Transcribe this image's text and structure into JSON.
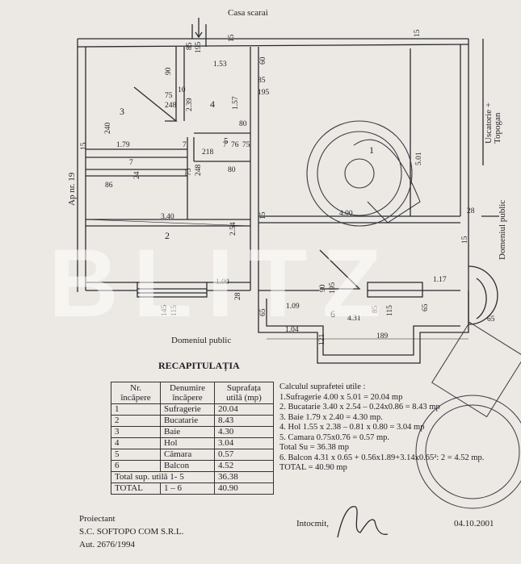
{
  "header": {
    "stair_label": "Casa scarai"
  },
  "side_labels": {
    "left": "Ap nr. 19",
    "right_top": "Uscatorie + Topogan",
    "right_mid": "Domeniul public",
    "bottom": "Domeniul public"
  },
  "rooms": {
    "r1": "1",
    "r2": "2",
    "r3": "3",
    "r4": "4",
    "r5": "5",
    "r6": "6"
  },
  "dims": {
    "d85": "85",
    "d195": "195",
    "d15a": "15",
    "d15b": "15",
    "d153": "1.53",
    "d60": "60",
    "d90": "90",
    "d10": "10",
    "d75": "75",
    "d248": "248",
    "d239": "2.39",
    "d157": "1.57",
    "d85b": "85",
    "d195b": "195",
    "d240": "240",
    "d80": "80",
    "d15c": "15",
    "d179": "1.79",
    "d7a": "7",
    "d7b": "7",
    "d76": "76",
    "d75b": "75",
    "d218": "218",
    "d7c": "7",
    "d24": "24",
    "d86": "86",
    "d75c": "75",
    "d248b": "248",
    "d80b": "80",
    "d501": "5.01",
    "d340": "3.40",
    "d15d": "15",
    "d400": "4.00",
    "d28": "28",
    "d254": "2.54",
    "d100": "1.00",
    "d28b": "28",
    "d90b": "90",
    "d195c": "195",
    "d117": "1.17",
    "d145": "145",
    "d115": "115",
    "d65": "65",
    "d109": "1.09",
    "d431": "4.31",
    "d85c": "85",
    "d115b": "115",
    "d65b": "65",
    "d104": "1.04",
    "d189": "189",
    "d121": "121",
    "d65c": "65",
    "d15e": "15"
  },
  "watermark": "BLITZ",
  "recap": {
    "title": "RECAPITULAȚIA",
    "headers": [
      "Nr. încăpere",
      "Denumire încăpere",
      "Suprafața utilă (mp)"
    ],
    "rows": [
      [
        "1",
        "Sufragerie",
        "20.04"
      ],
      [
        "2",
        "Bucatarie",
        "8.43"
      ],
      [
        "3",
        "Baie",
        "4.30"
      ],
      [
        "4",
        "Hol",
        "3.04"
      ],
      [
        "5",
        "Cămara",
        "0.57"
      ],
      [
        "6",
        "Balcon",
        "4.52"
      ]
    ],
    "total_1_5_label": "Total sup. utilă 1- 5",
    "total_1_5": "36.38",
    "total_label": "TOTAL",
    "total_range": "1 – 6",
    "total": "40.90"
  },
  "calc": {
    "title": "Calculul suprafetei utile :",
    "lines": [
      "1.Sufragerie 4.00 x 5.01 = 20.04 mp",
      "2. Bucatarie 3.40 x 2.54 – 0.24x0.86 = 8.43 mp",
      "3. Baie        1.79 x 2.40 = 4.30 mp.",
      "4. Hol          1.55 x 2.38 – 0.81 x 0.80 = 3.04 mp",
      "5. Camara   0.75x0.76 = 0.57 mp.",
      "      Total  Su = 36.38 mp",
      "6. Balcon    4.31 x 0.65 + 0.56x1.89+3.14x0.65²: 2 = 4.52 mp.",
      "      TOTAL = 40.90 mp"
    ]
  },
  "footer": {
    "proiectant": "Proiectant",
    "company": "S.C. SOFTOPO COM S.R.L.",
    "aut": "Aut. 2676/1994",
    "intocmit": "Intocmit,",
    "date": "04.10.2001"
  }
}
